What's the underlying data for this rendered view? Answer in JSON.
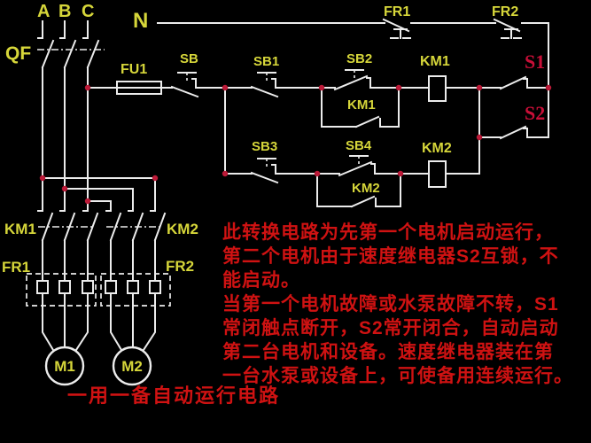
{
  "diagram_title": "一用一备自动运行电路",
  "labels": {
    "phase_a": "A",
    "phase_b": "B",
    "phase_c": "C",
    "neutral": "N",
    "breaker": "QF",
    "fuse": "FU1",
    "stop_button": "SB",
    "sb1": "SB1",
    "sb2": "SB2",
    "sb3": "SB3",
    "sb4": "SB4",
    "km1_coil": "KM1",
    "km1_aux": "KM1",
    "km1_main": "KM1",
    "km2_coil": "KM2",
    "km2_aux": "KM2",
    "km2_main": "KM2",
    "fr1_contact": "FR1",
    "fr2_contact": "FR2",
    "fr1_element": "FR1",
    "fr2_element": "FR2",
    "s1": "S1",
    "s2": "S2",
    "motor1": "M1",
    "motor2": "M2"
  },
  "annotation": {
    "lines": [
      "此转换电路为先第一个电机启动运行，",
      "第二个电机由于速度继电器S2互锁，不",
      "能启动。",
      "当第一个电机故障或水泵故障不转，S1",
      "常闭触点断开，S2常开闭合，自动启动",
      "第二台电机和设备。速度继电器装在第",
      "一台水泵或设备上，可使备用连续运行。"
    ]
  },
  "caption": "一用一备自动运行电路",
  "colors": {
    "background": "#000000",
    "wire": "#ececec",
    "label_yellow": "#d6d63a",
    "annotation_red": "#cf1212",
    "relay_red": "#c90f38",
    "junction_dot": "#bc1a38"
  }
}
